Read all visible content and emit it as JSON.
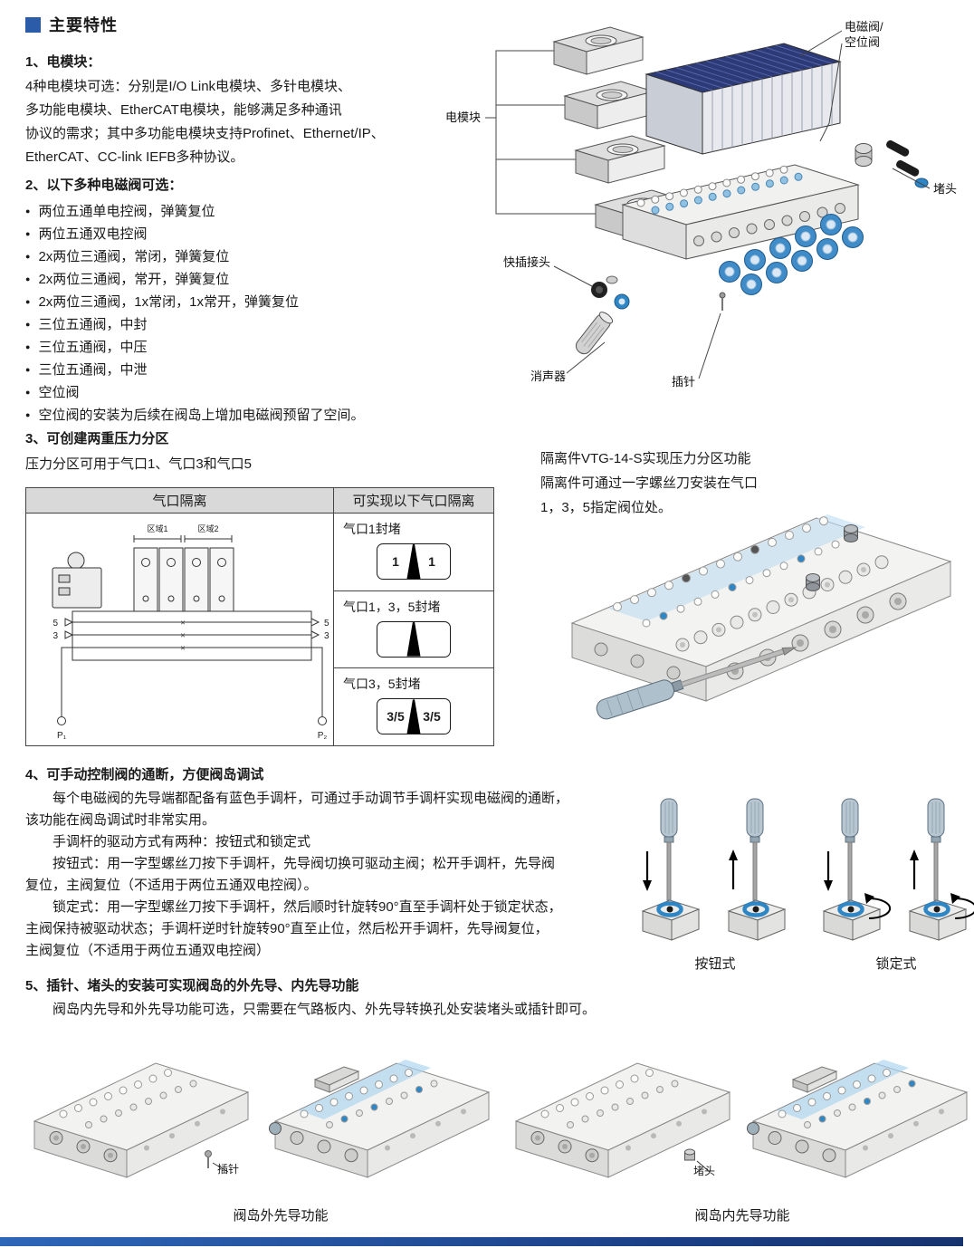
{
  "ui": {
    "bullet": "●"
  },
  "header": {
    "title": "主要特性"
  },
  "s1": {
    "heading": "1、电模块：",
    "body": "4种电模块可选：分别是I/O Link电模块、多针电模块、\n多功能电模块、EtherCAT电模块，能够满足多种通讯\n协议的需求；其中多功能电模块支持Profinet、Ethernet/IP、\nEtherCAT、CC-link IEFB多种协议。"
  },
  "s2": {
    "heading": "2、以下多种电磁阀可选：",
    "items": [
      "两位五通单电控阀，弹簧复位",
      "两位五通双电控阀",
      "2x两位三通阀，常闭，弹簧复位",
      "2x两位三通阀，常开，弹簧复位",
      "2x两位三通阀，1x常闭，1x常开，弹簧复位",
      "三位五通阀，中封",
      "三位五通阀，中压",
      "三位五通阀，中泄",
      "空位阀",
      "空位阀的安装为后续在阀岛上增加电磁阀预留了空间。"
    ]
  },
  "s3": {
    "heading": "3、可创建两重压力分区",
    "intro": "压力分区可用于气口1、气口3和气口5",
    "note": "隔离件VTG-14-S实现压力分区功能\n隔离件可通过一字螺丝刀安装在气口\n1，3，5指定阀位处。",
    "table": {
      "col1_header": "气口隔离",
      "col2_header": "可实现以下气口隔离",
      "rows": [
        {
          "label": "气口1封堵",
          "left": "1",
          "right": "1"
        },
        {
          "label": "气口1，3，5封堵",
          "left": "",
          "right": ""
        },
        {
          "label": "气口3，5封堵",
          "left": "3/5",
          "right": "3/5"
        }
      ],
      "diagram": {
        "zone1": "区域1",
        "zone2": "区域2",
        "port5": "5",
        "port3": "3",
        "p1": "P₁",
        "p2": "P₂"
      }
    }
  },
  "s4": {
    "heading": "4、可手动控制阀的通断，方便阀岛调试",
    "p1": "每个电磁阀的先导端都配备有蓝色手调杆，可通过手动调节手调杆实现电磁阀的通断，\n该功能在阀岛调试时非常实用。",
    "p2": "手调杆的驱动方式有两种：按钮式和锁定式",
    "p3": "按钮式：用一字型螺丝刀按下手调杆，先导阀切换可驱动主阀；松开手调杆，先导阀\n复位，主阀复位（不适用于两位五通双电控阀）。",
    "p4": "锁定式：用一字型螺丝刀按下手调杆，然后顺时针旋转90°直至手调杆处于锁定状态，\n主阀保持被驱动状态；手调杆逆时针旋转90°直至止位，然后松开手调杆，先导阀复位，\n主阀复位（不适用于两位五通双电控阀）",
    "caption_button": "按钮式",
    "caption_lock": "锁定式"
  },
  "s5": {
    "heading": "5、插针、堵头的安装可实现阀岛的外先导、内先导功能",
    "body": "阀岛内先导和外先导功能可选，只需要在气路板内、外先导转换孔处安装堵头或插针即可。",
    "pin_label": "插针",
    "plug_label": "堵头",
    "caption_external": "阀岛外先导功能",
    "caption_internal": "阀岛内先导功能"
  },
  "exploded": {
    "label_valve1": "电磁阀/",
    "label_valve2": "空位阀",
    "label_module": "电模块",
    "label_plug": "堵头",
    "label_fitting": "快插接头",
    "label_silencer": "消声器",
    "label_pin": "插针"
  }
}
